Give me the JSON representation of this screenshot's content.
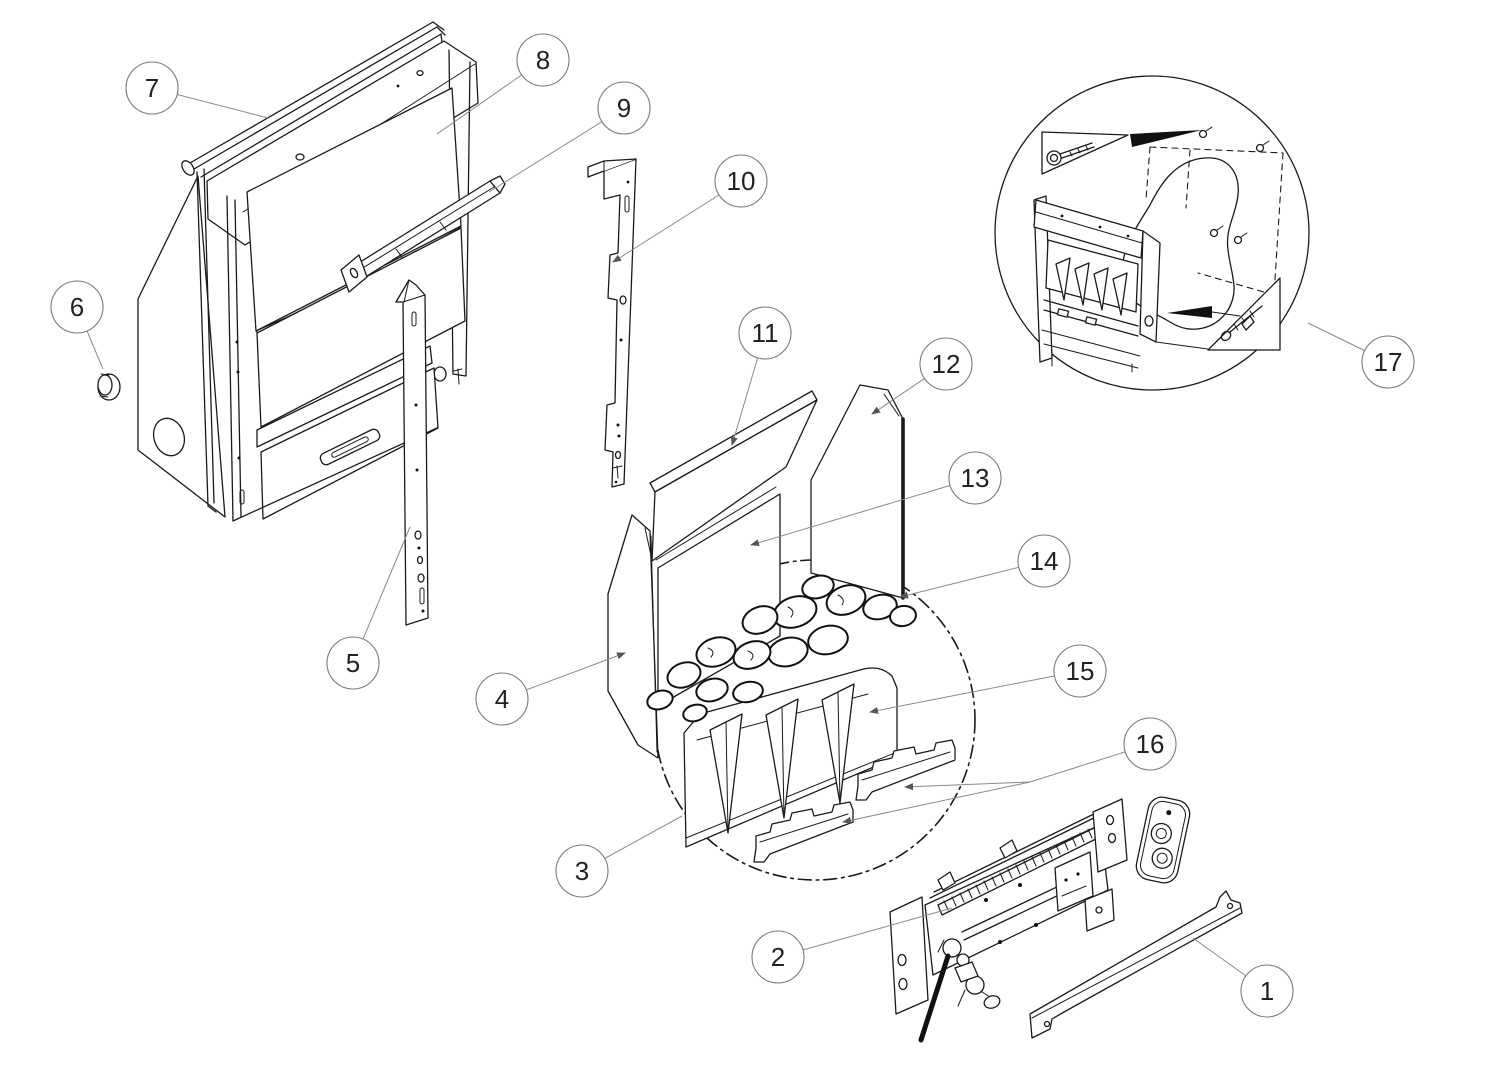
{
  "colors": {
    "background": "#ffffff",
    "ink": "#1a1a1a",
    "leader_gray": "#8a8a8a",
    "callout_text": "#222222"
  },
  "callouts": [
    {
      "label": "1"
    },
    {
      "label": "2"
    },
    {
      "label": "3"
    },
    {
      "label": "4"
    },
    {
      "label": "5"
    },
    {
      "label": "6"
    },
    {
      "label": "7"
    },
    {
      "label": "8"
    },
    {
      "label": "9"
    },
    {
      "label": "10"
    },
    {
      "label": "11"
    },
    {
      "label": "12"
    },
    {
      "label": "13"
    },
    {
      "label": "14"
    },
    {
      "label": "15"
    },
    {
      "label": "16"
    },
    {
      "label": "17"
    }
  ]
}
